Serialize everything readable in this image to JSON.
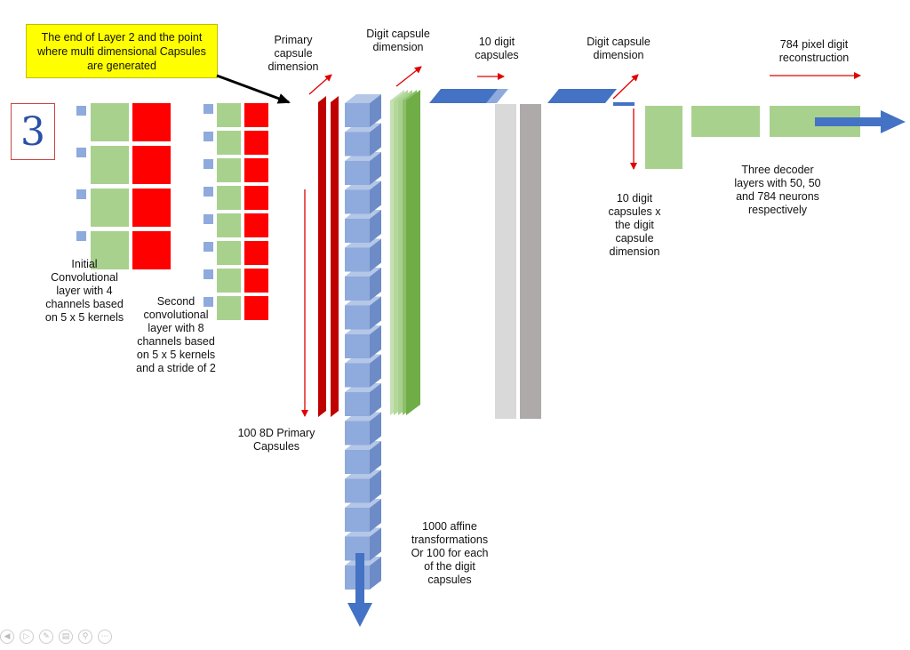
{
  "input_digit": "3",
  "callout": "The end of Layer 2 and the point where multi dimensional Capsules are generated",
  "labels": {
    "primary_capsule_dim": "Primary\ncapsule\ndimension",
    "digit_capsule_dim_1": "Digit capsule\ndimension",
    "ten_digit_capsules": "10 digit\ncapsules",
    "digit_capsule_dim_2": "Digit capsule\ndimension",
    "pixel_reconstruction": "784 pixel digit\nreconstruction",
    "initial_conv": "Initial\nConvolutional\nlayer with 4\nchannels based\non 5 x 5 kernels",
    "second_conv": "Second\nconvolutional\nlayer with 8\nchannels based\non 5 x 5 kernels\nand a stride of 2",
    "primary_capsules": "100 8D Primary\nCapsules",
    "affine": "1000 affine\ntransformations\nOr 100 for each\nof the digit\ncapsules",
    "digit_caps_times": "10 digit\ncapsules x\nthe digit\ncapsule\ndimension",
    "decoder": "Three decoder\nlayers with 50, 50\nand 784 neurons\nrespectively"
  },
  "colors": {
    "green": "#a9d18e",
    "red": "#ff0000",
    "dark_red": "#c00000",
    "blue": "#8faadc",
    "blue_dark": "#4472c4",
    "arrow_red": "#e00000",
    "gray_light": "#d9d9d9",
    "gray_dark": "#aeaaaa",
    "callout_yellow": "#ffff00"
  },
  "controls": [
    "left-arrow-icon",
    "play-icon",
    "pen-icon",
    "slides-icon",
    "zoom-icon",
    "more-icon"
  ]
}
